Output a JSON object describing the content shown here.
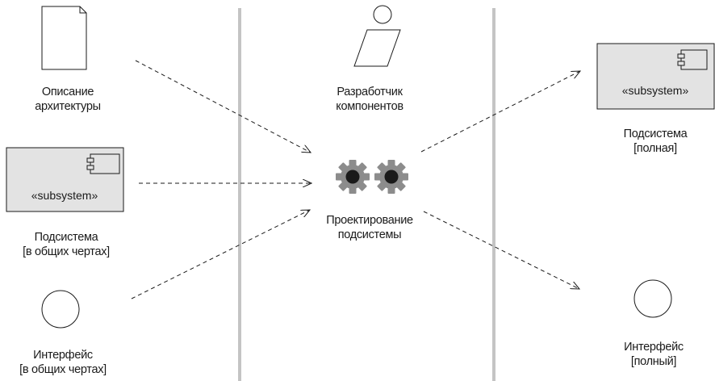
{
  "diagram": {
    "inputs": {
      "architecture_doc": {
        "label_line1": "Описание",
        "label_line2": "архитектуры"
      },
      "subsystem_outline": {
        "stereotype": "«subsystem»",
        "label_line1": "Подсистема",
        "label_line2": "[в общих чертах]"
      },
      "interface_outline": {
        "label_line1": "Интерфейс",
        "label_line2": "[в общих чертах]"
      }
    },
    "worker": {
      "label_line1": "Разработчик",
      "label_line2": "компонентов"
    },
    "activity": {
      "label_line1": "Проектирование",
      "label_line2": "подсистемы"
    },
    "outputs": {
      "subsystem_complete": {
        "stereotype": "«subsystem»",
        "label_line1": "Подсистема",
        "label_line2": "[полная]"
      },
      "interface_complete": {
        "label_line1": "Интерфейс",
        "label_line2": "[полный]"
      }
    }
  },
  "colors": {
    "swimlane_divider": "#c4c4c4",
    "subsystem_fill": "#e3e3e3",
    "gear_outer": "#8c8c8c",
    "gear_center": "#1a1a1a",
    "stroke": "#1a1a1a"
  }
}
